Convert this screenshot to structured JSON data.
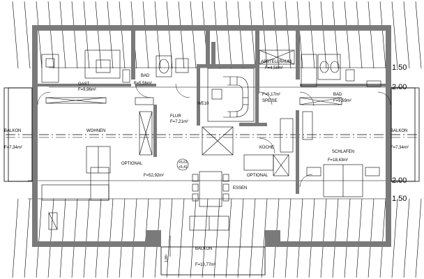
{
  "rooms": {
    "gast": {
      "name": "GAST",
      "area": "F=9,96m²"
    },
    "bad_left": {
      "name": "BAD",
      "area": "F=5,56m²"
    },
    "abstellraum": {
      "name": "ABSTELLRAUM",
      "area": "F=4,58m²"
    },
    "speise": {
      "name": "SPEISE",
      "area": "F=5,17m²"
    },
    "bad_right": {
      "name": "BAD",
      "area": "F=9,59m²"
    },
    "flur": {
      "name": "FLUR",
      "area": "F=7,21m²"
    },
    "we": {
      "name": "WE10"
    },
    "wohnen": {
      "name": "WOHNEN",
      "area": "F=52,92m²"
    },
    "kueche": {
      "name": "KÜCHE"
    },
    "schlafen": {
      "name": "SCHLAFEN",
      "area": "F=18,43m²"
    },
    "essen": {
      "name": "ESSEN"
    },
    "balkon_left": {
      "name": "BALKON",
      "area": "F=7,34m²"
    },
    "balkon_right": {
      "name": "BALKON",
      "area": "F=7,34m²"
    },
    "balkon_bottom": {
      "name": "BALKON",
      "area": "F=10,77m²"
    }
  },
  "notes": {
    "optional_left": "OPTIONAL",
    "optional_right": "OPTIONAL",
    "level_a": "+5,61",
    "level_b": "+5,41",
    "dim_balkon": "1,86⁵"
  },
  "levels": {
    "upper_150": "1.50",
    "upper_200": "2.00",
    "lower_200": "2.00",
    "lower_150": "1.50"
  },
  "colors": {
    "wall": "#7a7a7a",
    "line": "#000000",
    "background": "#ffffff"
  }
}
